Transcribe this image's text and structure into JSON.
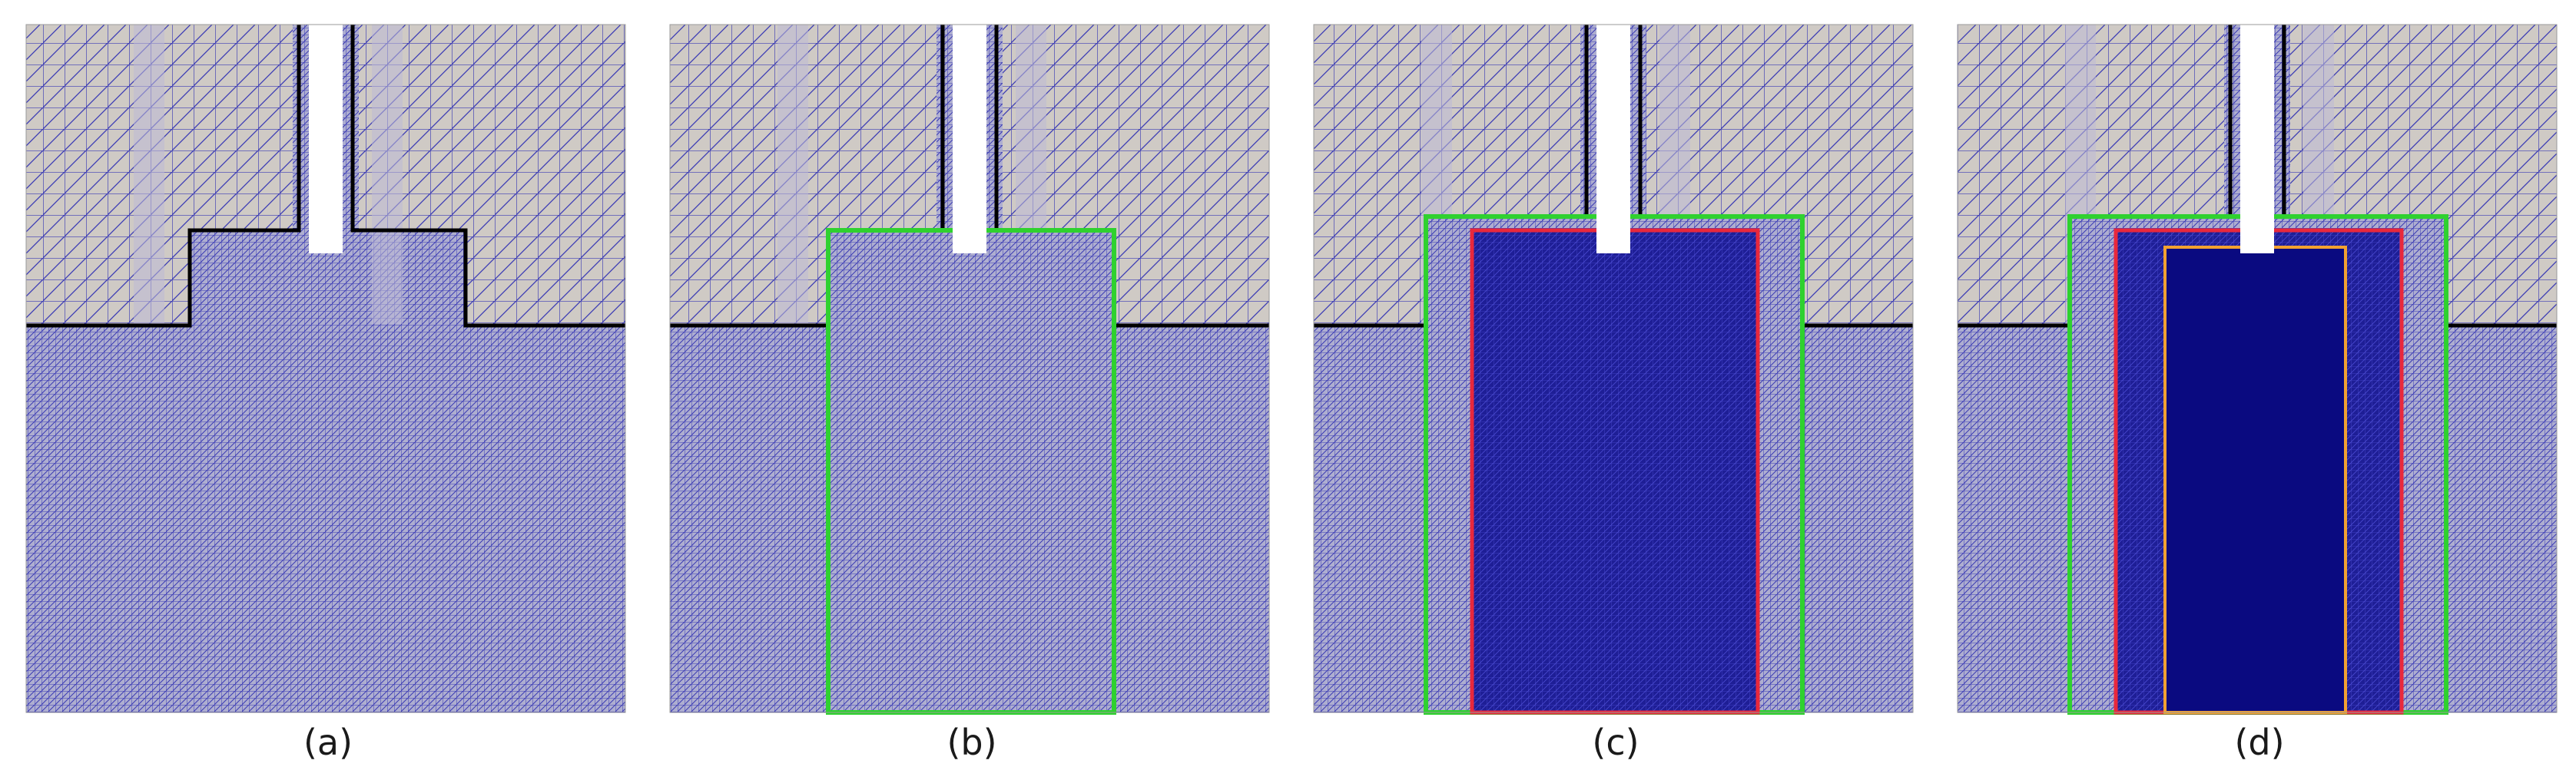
{
  "figure": {
    "panels": [
      {
        "id": "a",
        "label": "(a)",
        "regions": []
      },
      {
        "id": "b",
        "label": "(b)",
        "regions": [
          "green"
        ]
      },
      {
        "id": "c",
        "label": "(c)",
        "regions": [
          "green",
          "red"
        ]
      },
      {
        "id": "d",
        "label": "(d)",
        "regions": [
          "green",
          "red",
          "orange"
        ]
      }
    ]
  },
  "colors": {
    "coarse_mesh_fill": "#cfcac5",
    "mesh_line": "#3b3bb5",
    "fine_mesh_fill": "#9d9dcc",
    "refined_fill": "#232399",
    "core_fill": "#0a0a80",
    "boundary_line": "#000000",
    "green_boundary": "#2fd12f",
    "red_boundary": "#e8283c",
    "orange_boundary": "#f2a131"
  }
}
